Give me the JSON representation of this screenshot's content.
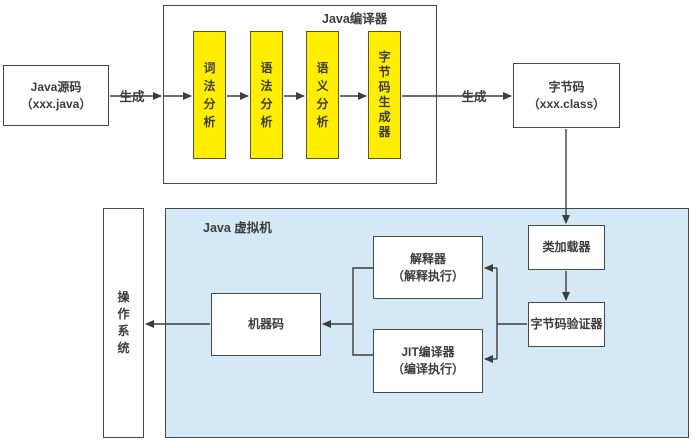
{
  "source": {
    "name": "Java源码",
    "file": "（xxx.java）"
  },
  "arrows": {
    "generate1": "生成",
    "generate2": "生成"
  },
  "compiler": {
    "title": "Java编译器",
    "stages": [
      "词法分析",
      "语法分析",
      "语义分析",
      "字节码生成器"
    ]
  },
  "bytecode": {
    "name": "字节码",
    "file": "（xxx.class）"
  },
  "jvm": {
    "title": "Java 虚拟机",
    "class_loader": "类加载器",
    "bytecode_verifier": "字节码验证器",
    "interpreter": {
      "name": "解释器",
      "mode": "（解释执行）"
    },
    "jit": {
      "name": "JIT编译器",
      "mode": "（编译执行）"
    },
    "machine_code": "机器码"
  },
  "os": "操作系统",
  "colors": {
    "stage_fill": "#ffee00",
    "jvm_fill": "#d4e9f5",
    "line": "#3d3d3d"
  }
}
